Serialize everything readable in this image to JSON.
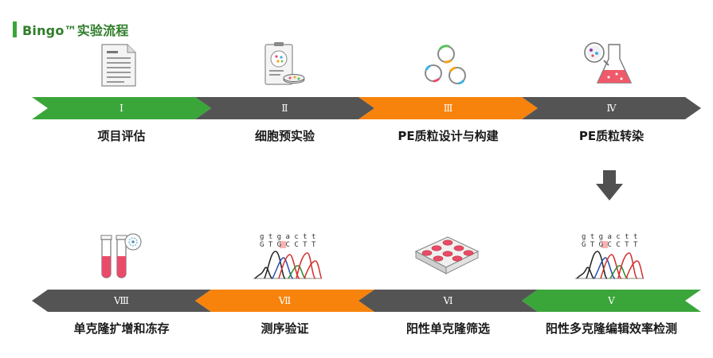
{
  "title": "Bingo™实验流程",
  "colors": {
    "green": "#3aa63a",
    "orange": "#f7830c",
    "gray": "#545454",
    "title_bar": "#3aa63a"
  },
  "top_steps": [
    {
      "roman": "Ⅰ",
      "label": "项目评估",
      "color": "green",
      "icon": "document-icon"
    },
    {
      "roman": "Ⅱ",
      "label": "细胞预实验",
      "color": "gray",
      "icon": "petri-dish-report-icon"
    },
    {
      "roman": "Ⅲ",
      "label": "PE质粒设计与构建",
      "color": "orange",
      "icon": "plasmid-icon"
    },
    {
      "roman": "Ⅳ",
      "label": "PE质粒转染",
      "color": "gray",
      "icon": "flask-icon"
    }
  ],
  "bottom_steps": [
    {
      "roman": "Ⅷ",
      "label": "单克隆扩增和冻存",
      "color": "gray",
      "icon": "tubes-icon"
    },
    {
      "roman": "Ⅶ",
      "label": "测序验证",
      "color": "orange",
      "icon": "sequencing-icon"
    },
    {
      "roman": "Ⅵ",
      "label": "阳性单克隆筛选",
      "color": "gray",
      "icon": "well-plate-icon"
    },
    {
      "roman": "Ⅴ",
      "label": "阳性多克隆编辑效率检测",
      "color": "green",
      "icon": "sequencing-icon"
    }
  ],
  "sequence": {
    "top": "g t g a c t t",
    "bottom": "G T G C C T T"
  }
}
